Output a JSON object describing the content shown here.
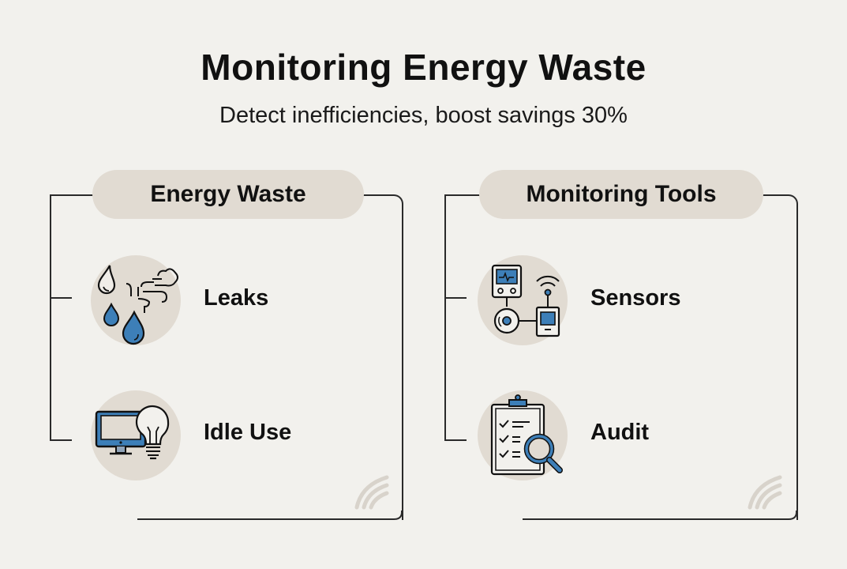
{
  "header": {
    "title": "Monitoring Energy Waste",
    "subtitle": "Detect inefficiencies, boost savings 30%"
  },
  "panels": [
    {
      "title": "Energy Waste",
      "items": [
        {
          "label": "Leaks",
          "icon": "water-leak-icon"
        },
        {
          "label": "Idle Use",
          "icon": "monitor-bulb-icon"
        }
      ]
    },
    {
      "title": "Monitoring Tools",
      "items": [
        {
          "label": "Sensors",
          "icon": "sensor-network-icon"
        },
        {
          "label": "Audit",
          "icon": "clipboard-magnifier-icon"
        }
      ]
    }
  ],
  "colors": {
    "background": "#f2f1ed",
    "pill": "#e1dbd2",
    "accent_blue": "#3d7fb8",
    "line": "#2a2a2a",
    "watermark": "#d8d3cb"
  }
}
